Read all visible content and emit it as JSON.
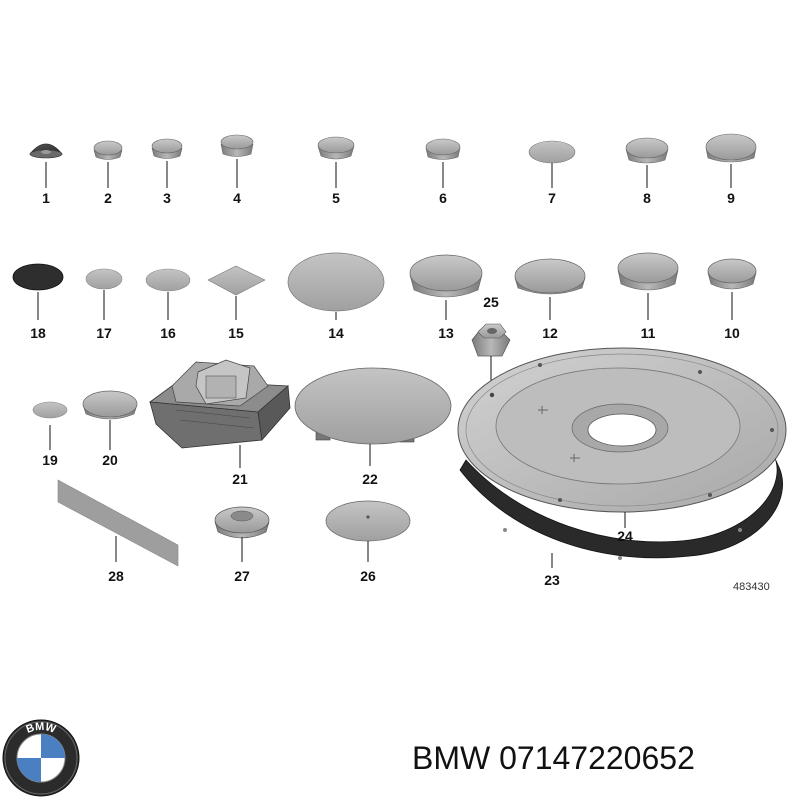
{
  "diagram": {
    "reference_number": "483430",
    "parts": [
      {
        "number": "1",
        "name": "plug-1"
      },
      {
        "number": "2",
        "name": "plug-2"
      },
      {
        "number": "3",
        "name": "plug-3"
      },
      {
        "number": "4",
        "name": "plug-4"
      },
      {
        "number": "5",
        "name": "plug-5"
      },
      {
        "number": "6",
        "name": "plug-6"
      },
      {
        "number": "7",
        "name": "plug-7"
      },
      {
        "number": "8",
        "name": "plug-8"
      },
      {
        "number": "9",
        "name": "plug-9"
      },
      {
        "number": "18",
        "name": "sealing-disc-18"
      },
      {
        "number": "17",
        "name": "disc-17"
      },
      {
        "number": "16",
        "name": "disc-16"
      },
      {
        "number": "15",
        "name": "square-pad-15"
      },
      {
        "number": "14",
        "name": "disc-14"
      },
      {
        "number": "13",
        "name": "plug-13"
      },
      {
        "number": "12",
        "name": "plug-12"
      },
      {
        "number": "11",
        "name": "plug-11"
      },
      {
        "number": "10",
        "name": "plug-10"
      },
      {
        "number": "25",
        "name": "nut-25"
      },
      {
        "number": "19",
        "name": "disc-19"
      },
      {
        "number": "20",
        "name": "plug-20"
      },
      {
        "number": "21",
        "name": "jack-pad-21"
      },
      {
        "number": "22",
        "name": "cover-cap-22"
      },
      {
        "number": "24",
        "name": "cover-plate-24"
      },
      {
        "number": "23",
        "name": "gasket-23"
      },
      {
        "number": "28",
        "name": "sealing-strip-28"
      },
      {
        "number": "27",
        "name": "grommet-27"
      },
      {
        "number": "26",
        "name": "dome-cap-26"
      }
    ]
  },
  "brand": {
    "logo_letters": "BMW",
    "name": "BMW",
    "part_number": "07147220652"
  }
}
